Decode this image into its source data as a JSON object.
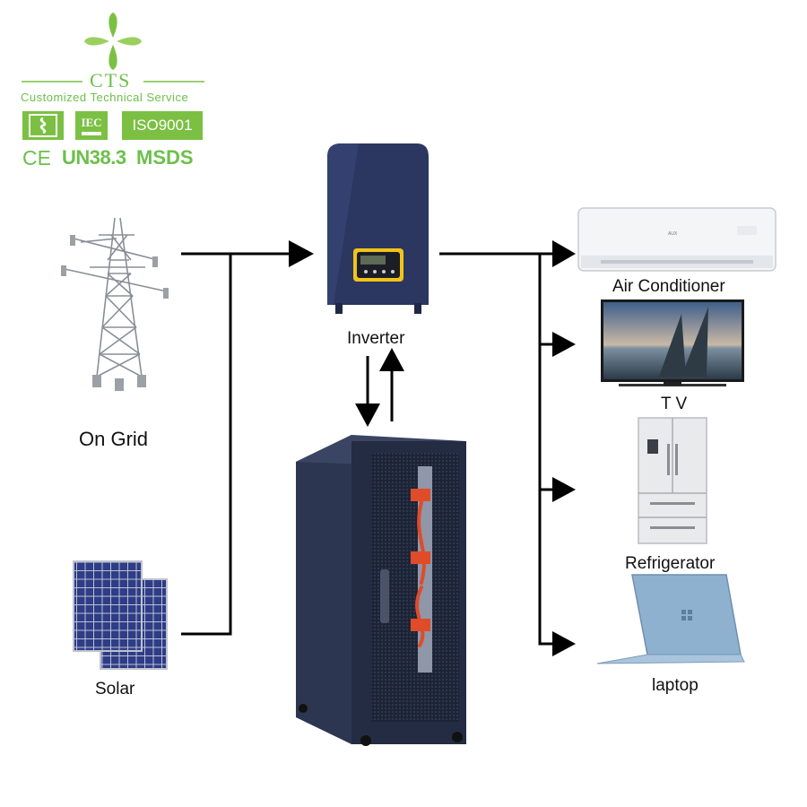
{
  "logo": {
    "brand": "CTS",
    "tagline": "Customized Technical Service",
    "brand_color": "#7bc043"
  },
  "certifications": {
    "iec": "IEC",
    "iso": "ISO9001",
    "ce": "CE",
    "un": "UN38.3",
    "msds": "MSDS"
  },
  "sources": {
    "grid_label": "On Grid",
    "solar_label": "Solar"
  },
  "inverter": {
    "label": "Inverter",
    "body_color": "#2b3760",
    "screen_color": "#f2c318"
  },
  "loads": [
    {
      "label": "Air Conditioner",
      "icon": "air-conditioner-icon"
    },
    {
      "label": "T V",
      "icon": "tv-icon"
    },
    {
      "label": "Refrigerator",
      "icon": "refrigerator-icon"
    },
    {
      "label": "laptop",
      "icon": "laptop-icon"
    }
  ],
  "battery": {
    "icon": "battery-cabinet-icon",
    "cable_color": "#e04b2a"
  }
}
